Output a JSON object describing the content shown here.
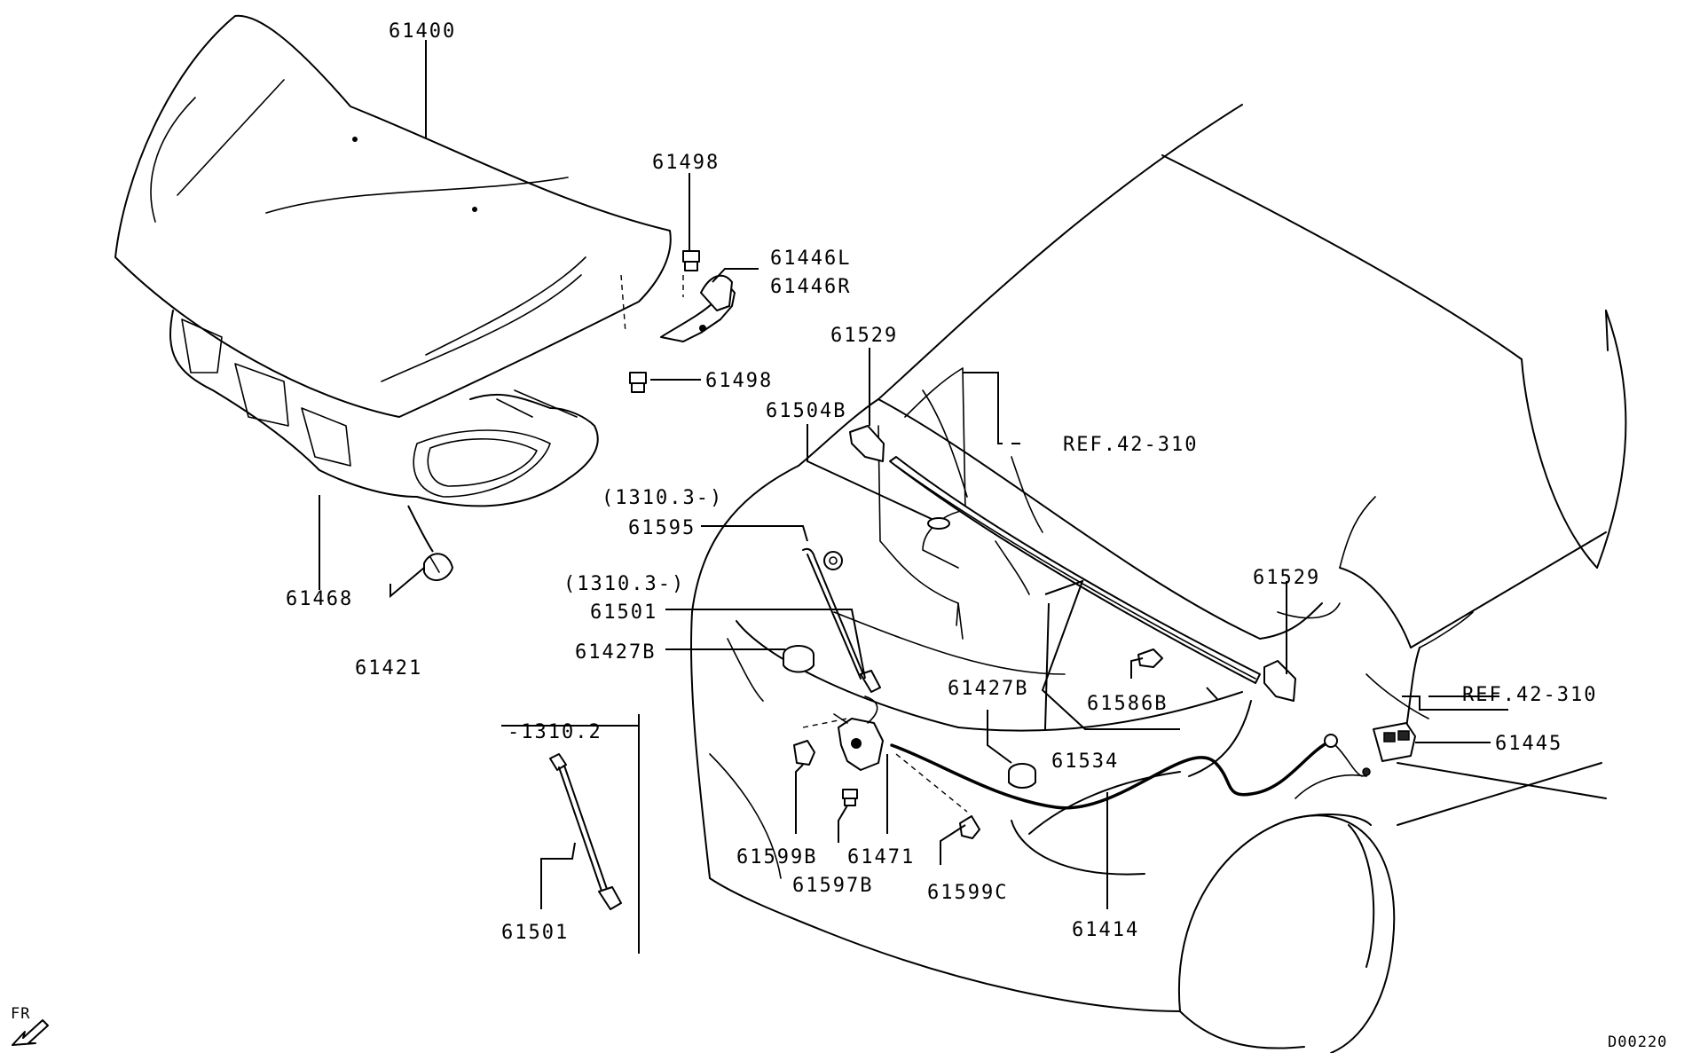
{
  "labels": {
    "p61400": "61400",
    "p61498a": "61498",
    "p61446L": "61446L",
    "p61446R": "61446R",
    "p61498b": "61498",
    "p61529a": "61529",
    "p61504B": "61504B",
    "ref1": "REF.42-310",
    "p1310a": "(1310.3-)",
    "p61595": "61595",
    "p1310b": "(1310.3-)",
    "p61501a": "61501",
    "p61427Ba": "61427B",
    "p61468": "61468",
    "p61421": "61421",
    "p1310c": "-1310.2",
    "p61501b": "61501",
    "p61599B": "61599B",
    "p61471": "61471",
    "p61597B": "61597B",
    "p61427Bb": "61427B",
    "p61586B": "61586B",
    "p61534": "61534",
    "p61529b": "61529",
    "ref2": "REF.42-310",
    "p61445": "61445",
    "p61599C": "61599C",
    "p61414": "61414",
    "fr": "FR",
    "code": "D00220"
  }
}
